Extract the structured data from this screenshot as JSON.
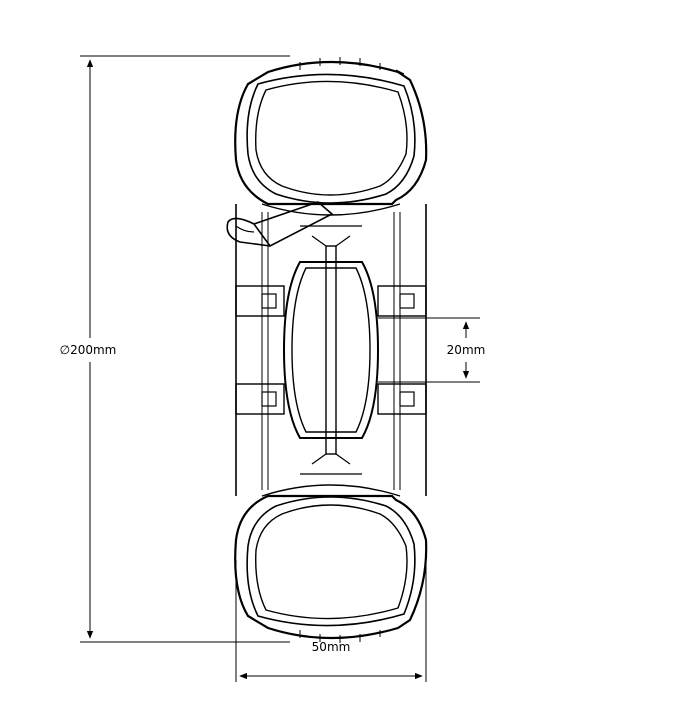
{
  "drawing": {
    "subject": "wheel cross-section",
    "background_color": "#ffffff",
    "line_color": "#000000",
    "hatch_color": "#000000"
  },
  "dimensions": {
    "diameter_label": "∅200mm",
    "width_label": "50mm",
    "bore_label": "20mm"
  }
}
